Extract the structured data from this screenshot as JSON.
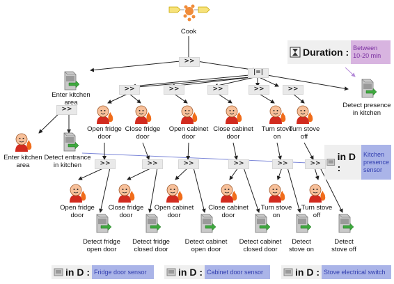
{
  "diagram": {
    "root_label": "Cook",
    "operators": {
      "seq": ">>",
      "par": "|=|"
    },
    "tasks": {
      "enter_kitchen_area": "Enter kitchen\narea",
      "enter_kitchen_area_leaf": "Enter kitchen\narea",
      "detect_entrance": "Detect entrance\nin kitchen",
      "detect_presence": "Detect presence\nin kitchen",
      "open_fridge_door": "Open fridge\ndoor",
      "close_fridge_door": "Close fridge\ndoor",
      "open_cabinet_door": "Open cabinet\ndoor",
      "close_cabinet_door": "Close cabinet\ndoor",
      "turn_stove_on": "Turn stove\non",
      "turn_stove_off": "Turn stove\noff",
      "open_fridge_door_leaf": "Open fridge\ndoor",
      "close_fridge_door_leaf": "Close fridge\ndoor",
      "open_cabinet_door_leaf": "Open cabinet\ndoor",
      "close_cabinet_door_leaf": "Close cabinet\ndoor",
      "turn_stove_on_leaf": "Turn stove\non",
      "turn_stove_off_leaf": "Turn stove\noff",
      "detect_fridge_open": "Detect fridge\nopen door",
      "detect_fridge_closed": "Detect fridge\nclosed door",
      "detect_cabinet_open": "Detect cabinet\nopen door",
      "detect_cabinet_closed": "Detect cabinet\nclosed door",
      "detect_stove_on": "Detect\nstove on",
      "detect_stove_off": "Detect\nstove off"
    },
    "annotations": {
      "duration": {
        "key": "Duration :",
        "value": "Between\n10-20 min",
        "color": "#d8b4e0"
      },
      "kitchen_sensor": {
        "key": "in D :",
        "value": "Kitchen\npresence\nsensor",
        "color": "#aab4e8"
      },
      "fridge_sensor": {
        "key": "in D :",
        "value": "Fridge door sensor",
        "color": "#aab4e8"
      },
      "cabinet_sensor": {
        "key": "in D :",
        "value": "Cabinet door sensor",
        "color": "#aab4e8"
      },
      "stove_sensor": {
        "key": "in D :",
        "value": "Stove electrical switch",
        "color": "#aab4e8"
      }
    },
    "colors": {
      "user_face": "#f7c09a",
      "user_shirt": "#d22b1f",
      "user_flame": "#f06c1a",
      "system_box": "#9a9a9a",
      "arrow_green": "#3fa93f",
      "root_icon": "#f08c3a",
      "link_blue": "#7b86d8"
    },
    "icon_types": [
      "user-task-icon",
      "system-task-icon",
      "abstract-task-icon"
    ]
  }
}
